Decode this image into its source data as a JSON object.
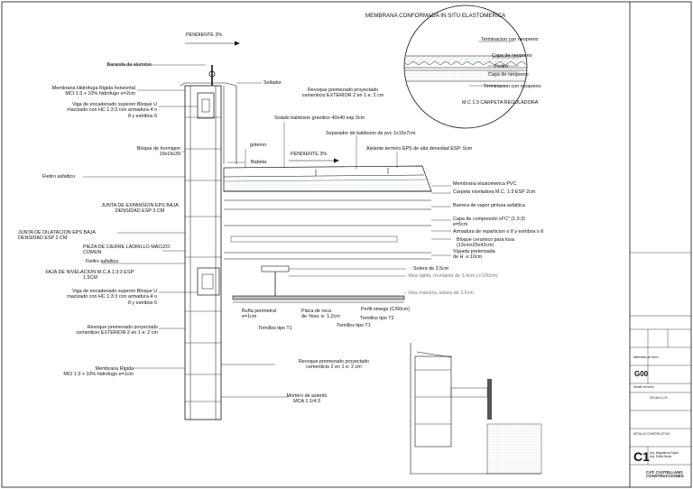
{
  "labels": {
    "membrana_situ": "MEMBRANA CONFORMADA IN SITU ELASTOMERICA",
    "pendiente_top": "PENDIENTE 3%",
    "terminacion_neopreno_1": "Terminacion con neopreno",
    "capa_neopreno_1": "Capa de neopreno",
    "fieltro_detail": "Fieltro",
    "capa_neopreno_2": "Capa de neopreno",
    "terminacion_neopreno_2": "Terminacion con neopreno",
    "carpeta_reguladora": "M.C 1:3 CARPETA REGULADORA",
    "baranda": "Baranda de aluminio",
    "sellador": "Sellador",
    "membrana_hidrofuga": "Membrana Hidrofuga Rigida horizontal\nMCI 1:3 + 10% hidrofugo e=2cm",
    "revoque_ext_1": "Revoque premezado proyectado\ncementicio EXTERIOR 2 en 1 e: 2 cm",
    "viga_encadenado_1": "Viga de encadenado superior Bloque U\nmacizado con HC 1:3:3 con armadura 4 o\n8 y estribos 6",
    "solado": "Solado baldoson granitico 40x40 esp 3cm",
    "separador": "Separador de baldoson de pvc 1x15x7cm",
    "goteron": "goteron",
    "bloque_hormigon": "Bloque de hormigon\n19x19x39",
    "babeta": "Babeta",
    "pendiente_mid": "PENDIENTE 3%",
    "aislante": "Aislante termico EPS de alta densidad ESP: 5cm",
    "fieltro_asfaltico_1": "Fieltro asfaltico",
    "membrana_pvc": "Membrana elastomerica PVC",
    "carpeta_niveladora": "Carpeta niveladora M.C. 1:3 ESP 2cm",
    "junta_expansion": "JUNTA DE EXPANSION EPS BAJA\nDENSIDAD ESP:3 CM",
    "barrera_vapor": "Barrera de vapor pintura asfaltica",
    "capa_compresion": "Capa de compresión H\"C\" (1:3:3)\ne=5cm",
    "junta_dilatacion": "JUNTA DE DILATACION EPS BAJA\nDENSIDAD ESP 2 CM",
    "armadura_reparticion": "Armadura de reparticion o 8 y estribos o 6",
    "pieza_cierre": "PIEZA DE CIERRE LADRILLO MACIZO\nCOMUN",
    "bloque_ceramico": "Bloque ceramico para losa\n(13cmx25x42cm)",
    "fieltro_asfaltico_2": "Fieltro asfaltico",
    "vigueta": "Vigueta pretensada\nde H. e:10cm",
    "faja_nivelacion": "FAJA DE NIVELACION M.C.A 1:3:3 ESP:\n1,5CM",
    "solera": "Solera de 3.5cm",
    "vela_rigida": "Vela rigida, montante de 3.4cm (c/100cm)",
    "viga_encadenado_2": "Viga de encadenado superior Bloque U\nmacizado con HC 1:3:3 con armadura 4 o\n8 y estribos 6",
    "vela_maestra": "Vela maestra, solera de 3.5cm",
    "perfil_omega": "Perfil omega (C/60cm)",
    "buna_perimetral": "Buña perimetral\ne=1cm",
    "placa_roca": "Placa de roca\nde Yeso. e: 1,2cm",
    "tornillos_t2": "Tornillos tipo T2",
    "tornillos_t1_a": "Tornillos tipo T1",
    "tornillos_t1_b": "Tornillos tipo T1",
    "revoque_ext_2": "Revoque premezado proyectado\ncementicio EXTERIOR 2 en 1 e: 2 cm",
    "revoque_int": "Revoque premezado proyectado\ncementicio 2 en 1 e: 2 cm",
    "membrana_rigida": "Membrana Rigida\nMCI 1:3 + 10% hidrofugo e=1cm",
    "mortero_asiento": "Mortero de asiento\nMCA 1:1/4:3"
  },
  "title_block": {
    "sheet_code": "G00",
    "sheet_number": "C1",
    "firm": "CAT. CASTELLANO CONSTRUCCIONES",
    "authors": "Arq. Magdalena Rojas\nArq. Emilio Bosio",
    "small_1": "Materiales de techo",
    "small_2": "Detalle de techo",
    "small_3": "ESCALA 1:20",
    "small_4": "DETALLE CONSTRUCTIVO"
  },
  "colors": {
    "line": "#111111",
    "hatch": "#666666",
    "membrane_green": "#3a7a3a",
    "grey_text": "#777777"
  }
}
